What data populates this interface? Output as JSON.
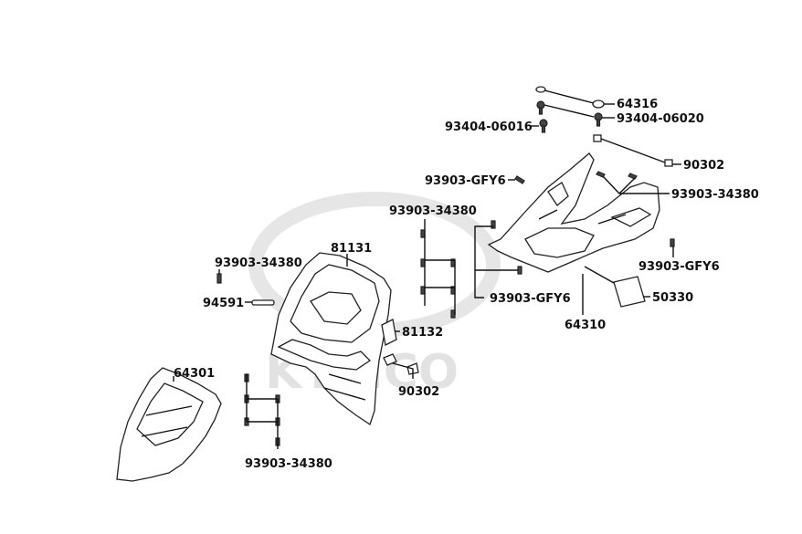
{
  "watermark": "KYMCO",
  "labels": {
    "p64316": "64316",
    "p93404_06020": "93404-06020",
    "p93404_06016": "93404-06016",
    "p90302_top": "90302",
    "p93903_gfy6_top": "93903-GFY6",
    "p93903_34380_right": "93903-34380",
    "p93903_34380_mid": "93903-34380",
    "p81131": "81131",
    "p93903_gfy6_right": "93903-GFY6",
    "p93903_34380_left": "93903-34380",
    "p94591": "94591",
    "p93903_gfy6_mid": "93903-GFY6",
    "p50330": "50330",
    "p81132": "81132",
    "p64310": "64310",
    "p64301": "64301",
    "p90302_bottom": "90302",
    "p93903_34380_bottom": "93903-34380"
  }
}
